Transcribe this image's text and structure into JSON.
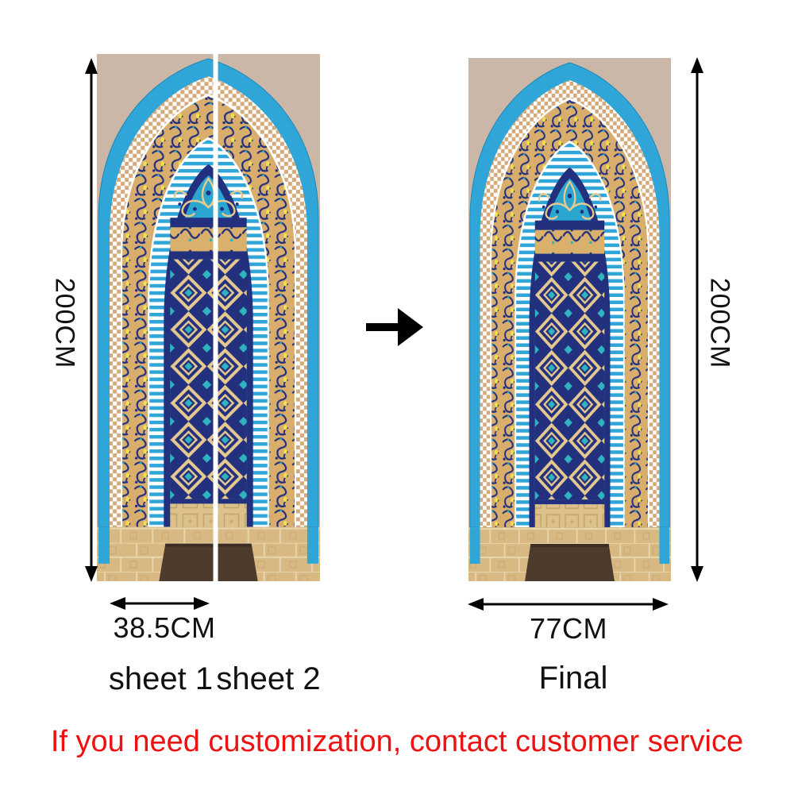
{
  "left_group": {
    "height_label": "200CM",
    "width_label": "38.5CM",
    "sheet1_caption": "sheet 1",
    "sheet2_caption": "sheet 2"
  },
  "right_group": {
    "height_label": "200CM",
    "width_label": "77CM",
    "caption": "Final"
  },
  "notice": {
    "text": "If you need customization, contact customer service"
  },
  "theme": {
    "wall": "#cbb7a7",
    "blue": "#2fa5d8",
    "blue-dark": "#1f87b5",
    "checker-tan": "#d5aa7b",
    "floral-bg": "#d9ae6c",
    "navy": "#22307d",
    "cream": "#e6c98f",
    "teal": "#2fb3bf",
    "turquoise": "#2ba6d0",
    "yellow": "#f2df4e",
    "frieze-bg": "#d9b06c",
    "dado": "#dcc18d",
    "dado-line": "#c3a36a",
    "plinth": "#d8b983",
    "plinth-line": "#e9d5ab",
    "floor": "#4d3b2d",
    "arrow": "#000000",
    "notice-red": "#ee1111"
  }
}
